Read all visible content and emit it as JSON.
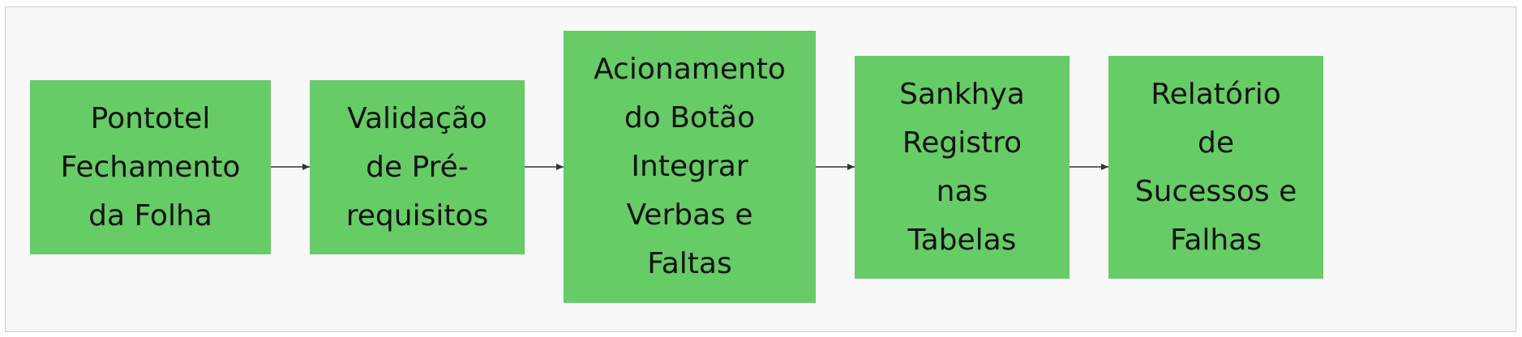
{
  "diagram": {
    "nodes": [
      {
        "id": "n1",
        "label": "Pontotel\nFechamento\nda Folha"
      },
      {
        "id": "n2",
        "label": "Validação\nde Pré-\nrequisitos"
      },
      {
        "id": "n3",
        "label": "Acionamento\ndo Botão\nIntegrar\nVerbas e\nFaltas"
      },
      {
        "id": "n4",
        "label": "Sankhya\nRegistro\nnas\nTabelas"
      },
      {
        "id": "n5",
        "label": "Relatório\nde\nSucessos e\nFalhas"
      }
    ],
    "edges": [
      {
        "from": "n1",
        "to": "n2"
      },
      {
        "from": "n2",
        "to": "n3"
      },
      {
        "from": "n3",
        "to": "n4"
      },
      {
        "from": "n4",
        "to": "n5"
      }
    ],
    "colors": {
      "node_fill": "#66cc66",
      "edge": "#333333",
      "background": "#f8f8f8",
      "border": "#cccccc"
    }
  }
}
